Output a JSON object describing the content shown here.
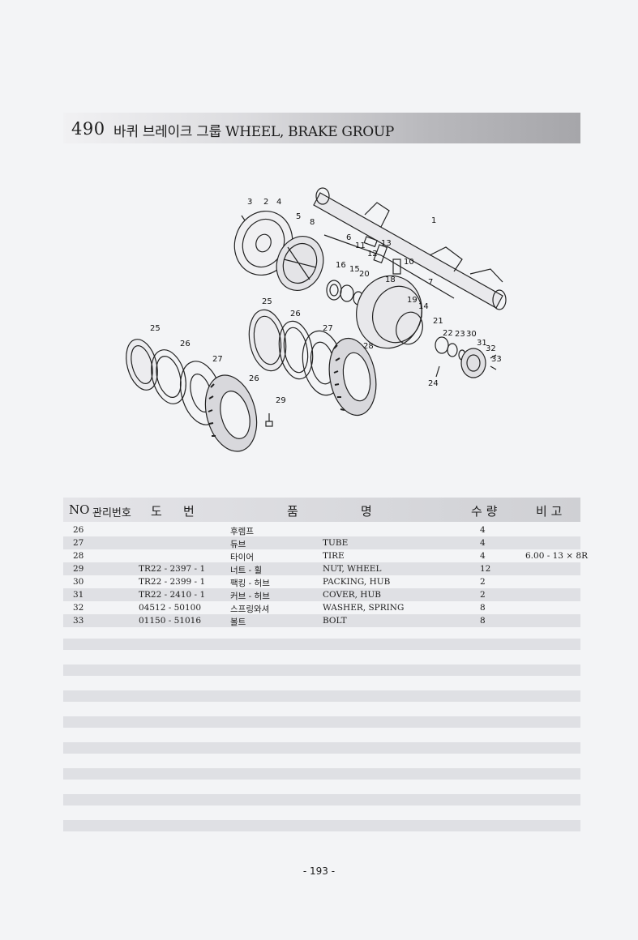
{
  "header": {
    "number": "490",
    "title": "바퀴 브레이크 그룹 WHEEL, BRAKE GROUP"
  },
  "diagram": {
    "callouts": [
      "1",
      "2",
      "3",
      "4",
      "5",
      "6",
      "7",
      "8",
      "10",
      "11",
      "12",
      "13",
      "14",
      "15",
      "16",
      "18",
      "19",
      "20",
      "21",
      "22",
      "23",
      "24",
      "25",
      "26",
      "27",
      "28",
      "29",
      "30",
      "31",
      "32",
      "33"
    ]
  },
  "table": {
    "headers": {
      "no": "NO",
      "code": "관리번호",
      "drawing_1": "도",
      "drawing_2": "번",
      "name_1": "품",
      "name_2": "명",
      "qty": "수 량",
      "remarks": "비 고"
    },
    "rows": [
      {
        "no": "26",
        "drawing": "",
        "name_kr": "후렘프",
        "name_en": "",
        "qty": "4",
        "remarks": ""
      },
      {
        "no": "27",
        "drawing": "",
        "name_kr": "듀브",
        "name_en": "TUBE",
        "qty": "4",
        "remarks": ""
      },
      {
        "no": "28",
        "drawing": "",
        "name_kr": "타이어",
        "name_en": "TIRE",
        "qty": "4",
        "remarks": "6.00 - 13 × 8R"
      },
      {
        "no": "29",
        "drawing": "TR22 - 2397 - 1",
        "name_kr": "너트 - 휠",
        "name_en": "NUT, WHEEL",
        "qty": "12",
        "remarks": ""
      },
      {
        "no": "30",
        "drawing": "TR22 - 2399 - 1",
        "name_kr": "팩킹 - 허브",
        "name_en": "PACKING, HUB",
        "qty": "2",
        "remarks": ""
      },
      {
        "no": "31",
        "drawing": "TR22 - 2410 - 1",
        "name_kr": "커브 - 허브",
        "name_en": "COVER, HUB",
        "qty": "2",
        "remarks": ""
      },
      {
        "no": "32",
        "drawing": "04512 - 50100",
        "name_kr": "스프링와셔",
        "name_en": "WASHER, SPRING",
        "qty": "8",
        "remarks": ""
      },
      {
        "no": "33",
        "drawing": "01150 - 51016",
        "name_kr": "볼트",
        "name_en": "BOLT",
        "qty": "8",
        "remarks": ""
      }
    ]
  },
  "footer": {
    "page": "- 193 -"
  }
}
